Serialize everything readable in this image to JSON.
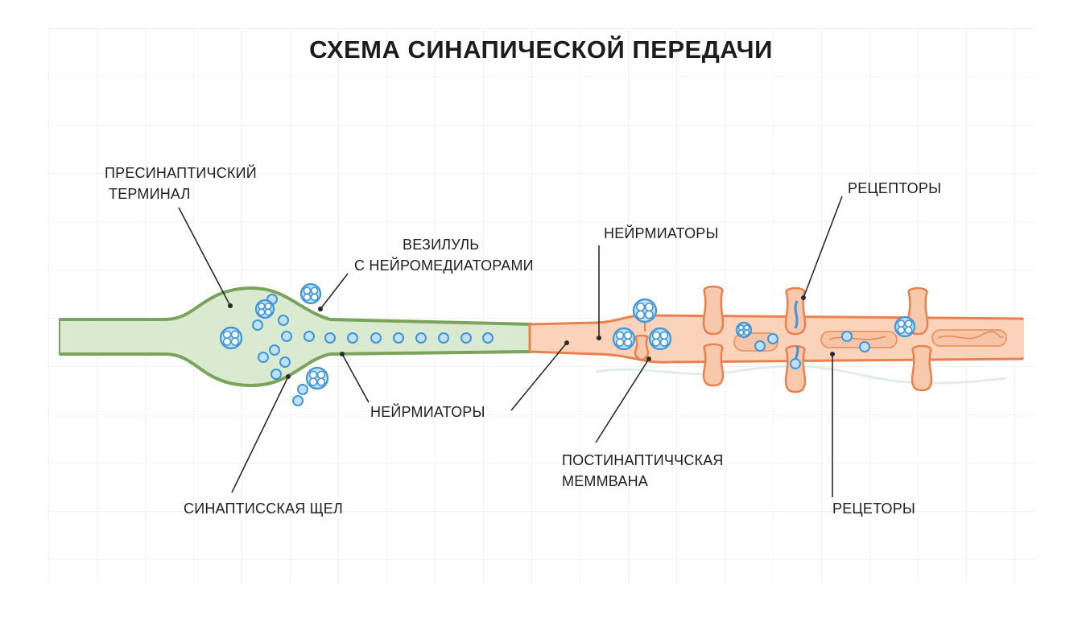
{
  "title": "СХЕМА СИНАПИЧЕСКОЙ ПЕРЕДАЧИ",
  "labels": {
    "presynaptic_line1": "ПРЕСИНАПТИЧСКИЙ",
    "presynaptic_line2": "ТЕРМИНАЛ",
    "vesicle_line1": "ВЕЗИЛУЛЬ",
    "vesicle_line2": "С НЕЙРОМЕДИАТОРАМИ",
    "neuro_top": "НЕЙРМИАТОРЫ",
    "receptors_top": "РЕЦЕПТОРЫ",
    "neuro_bottom": "НЕЙРМИАТОРЫ",
    "cleft": "СИНАПТИССКАЯ ЩЕЛ",
    "postsyn_line1": "ПОСТИНАПТИЧЧСКАЯ",
    "postsyn_line2": "МЕММВАНА",
    "receptors_bottom": "РЕЦЕТОРЫ"
  },
  "colors": {
    "presynaptic_fill": "#d9ead0",
    "presynaptic_stroke": "#7aa35c",
    "postsynaptic_fill": "#fbd3bb",
    "postsynaptic_stroke": "#e9814f",
    "receptor_fill": "#f6c8ac",
    "vesicle_fill": "#bfe0f5",
    "vesicle_stroke": "#3f95d6",
    "leader_line": "#2a2a2a"
  }
}
